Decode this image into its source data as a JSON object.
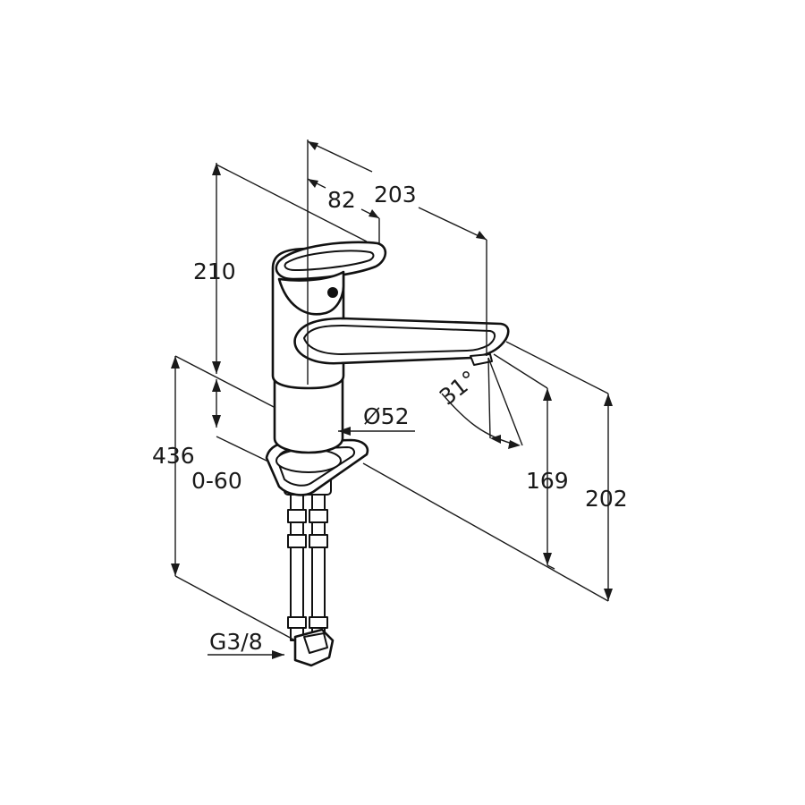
{
  "dimensions": {
    "spout_reach": "203",
    "lever_offset": "82",
    "height_above_deck": "210",
    "tube_length": "436",
    "deck_thickness": "0-60",
    "body_diameter": "Ø52",
    "swivel_angle": "31°",
    "spout_outlet_height": "169",
    "total_height": "202",
    "thread_size": "G3/8"
  }
}
